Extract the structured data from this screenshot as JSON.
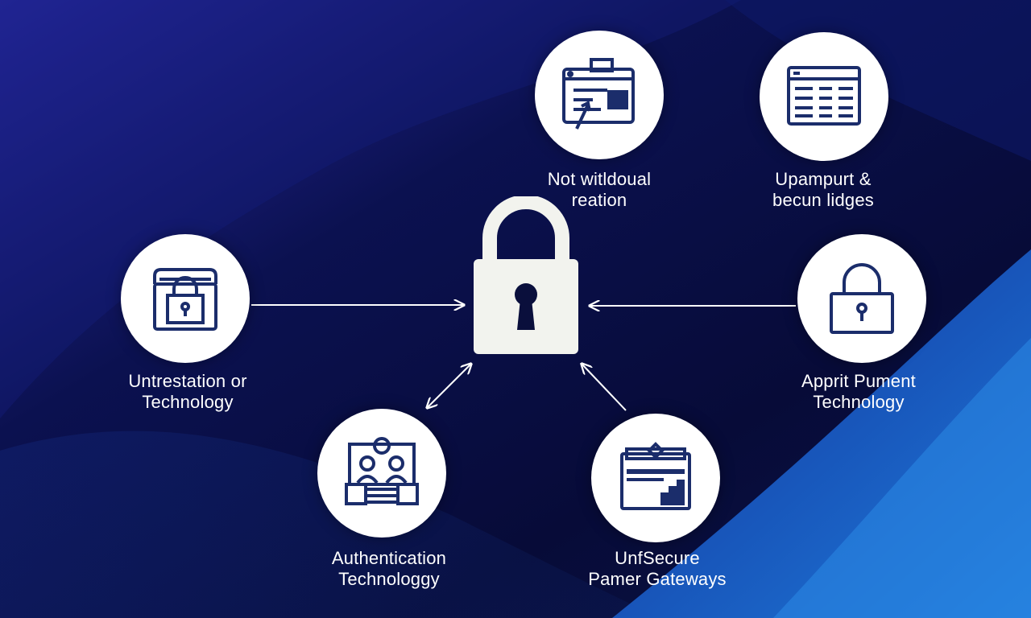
{
  "colors": {
    "background_dark": "#0a0f3c",
    "background_accent": "#1e6fd0",
    "node_fill": "#ffffff",
    "icon_stroke": "#1b2d6b",
    "hub_fill": "#f2f3ee",
    "text": "#ffffff"
  },
  "hub": {
    "icon": "padlock-icon"
  },
  "nodes": {
    "top_center": {
      "icon": "browser-window-icon",
      "label_line1": "Not witldoual",
      "label_line2": "reation"
    },
    "top_right": {
      "icon": "spreadsheet-icon",
      "label_line1": "Upampurt &",
      "label_line2": "becun lidges"
    },
    "left": {
      "icon": "safe-lock-icon",
      "label_line1": "Untrestation or",
      "label_line2": "Technology"
    },
    "right": {
      "icon": "lock-icon",
      "label_line1": "Apprit Pument",
      "label_line2": "Technology"
    },
    "bottom_left": {
      "icon": "users-group-icon",
      "label_line1": "Authentication",
      "label_line2": "Technologgy"
    },
    "bottom_right": {
      "icon": "payment-gateway-icon",
      "label_line1": "UnfSecure",
      "label_line2": "Pamer Gateways"
    }
  }
}
